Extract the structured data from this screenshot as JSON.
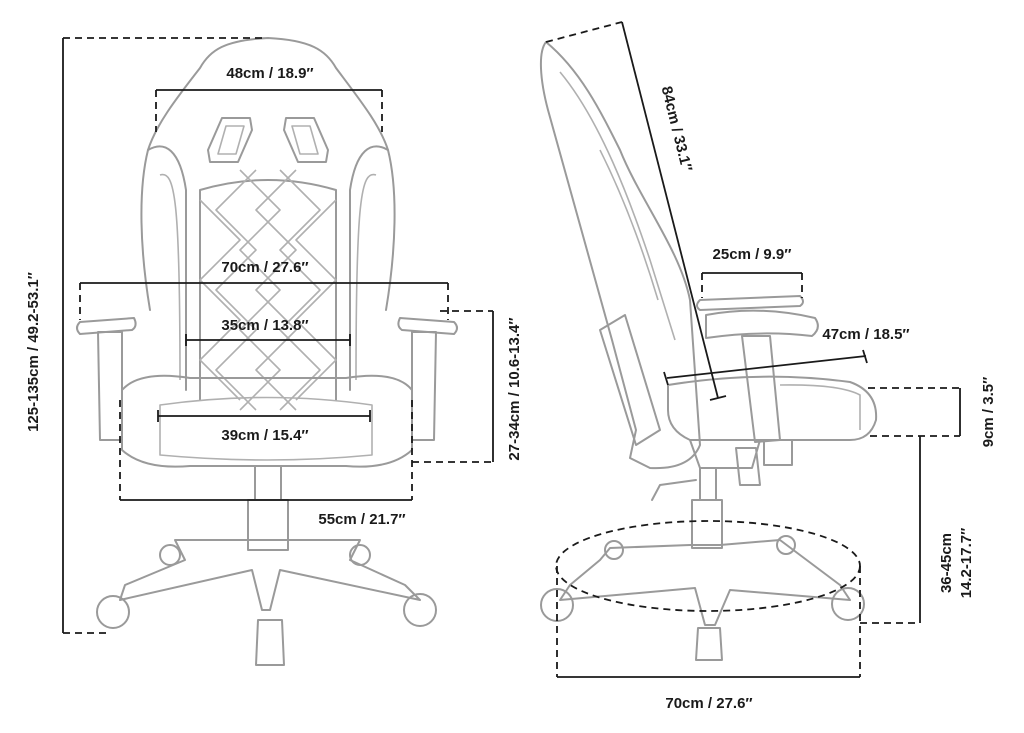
{
  "front_view": {
    "headrest_width": "48cm / 18.9″",
    "armrest_span": "70cm / 27.6″",
    "backrest_width": "35cm / 13.8″",
    "seat_width": "39cm / 15.4″",
    "seat_outer_width": "55cm / 21.7″",
    "total_height": "125-135cm / 49.2-53.1″",
    "armrest_height": "27-34cm / 10.6-13.4″"
  },
  "side_view": {
    "backrest_height": "84cm / 33.1″",
    "armrest_width": "25cm / 9.9″",
    "seat_depth": "47cm / 18.5″",
    "seat_thickness": "9cm / 3.5″",
    "seat_height_line1": "36-45cm",
    "seat_height_line2": "14.2-17.7″",
    "base_diameter": "70cm / 27.6″"
  }
}
